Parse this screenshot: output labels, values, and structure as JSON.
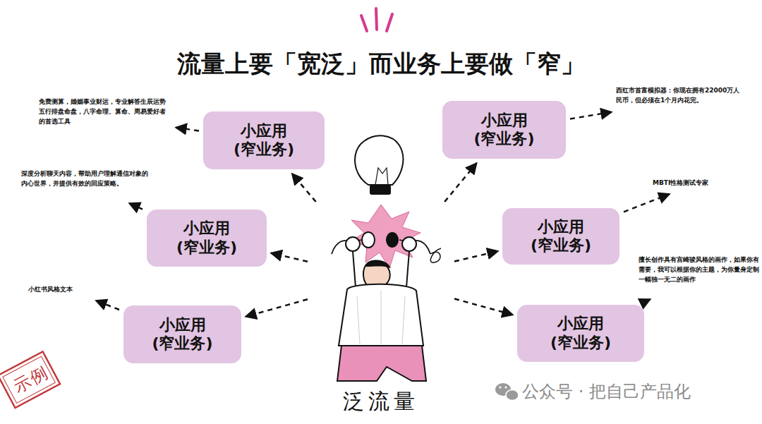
{
  "diagram": {
    "title": "流量上要「宽泛」而业务上要做「窄」",
    "nodes": [
      {
        "text": [
          "泛流量"
        ]
      },
      {
        "text": [
          "小应用",
          "(窄业务)"
        ]
      },
      {
        "text": [
          "免费测算，婚姻事业财运，专业解答生辰运势五行排盘命盘，八字命理、算命、周易爱好者的首选工具"
        ]
      },
      {
        "text": [
          "小应用",
          "(窄业务)"
        ]
      },
      {
        "text": [
          "深度分析聊天内容，帮助用户理解通信对象的内心世界，并提供有效的回应策略。"
        ]
      },
      {
        "text": [
          "小应用",
          "(窄业务)"
        ]
      },
      {
        "text": [
          "小红书风格文本"
        ]
      },
      {
        "text": [
          "小应用",
          "(窄业务)"
        ]
      },
      {
        "text": [
          "西红市首富模拟器：你现在拥有22000万人民币，但必须在1个月内花完。"
        ]
      },
      {
        "text": [
          "小应用",
          "(窄业务)"
        ]
      },
      {
        "text": [
          "MBTI性格测试专家"
        ]
      },
      {
        "text": [
          "小应用",
          "(窄业务)"
        ]
      },
      {
        "text": [
          "擅长创作具有宫崎骏风格的画作，如果你有需要，我可以根据你的主题，为你量身定制一幅独一无二的画作"
        ]
      }
    ],
    "edges": [
      {
        "from": 0,
        "to": 1,
        "arrow": "to"
      },
      {
        "from": 0,
        "to": 3,
        "arrow": "to"
      },
      {
        "from": 0,
        "to": 5,
        "arrow": "to"
      },
      {
        "from": 0,
        "to": 7,
        "arrow": "to"
      },
      {
        "from": 0,
        "to": 9,
        "arrow": "to"
      },
      {
        "from": 0,
        "to": 11,
        "arrow": "to"
      },
      {
        "from": 1,
        "to": 2,
        "arrow": "to"
      },
      {
        "from": 3,
        "to": 4,
        "arrow": "to"
      },
      {
        "from": 5,
        "to": 6,
        "arrow": "to"
      },
      {
        "from": 7,
        "to": 8,
        "arrow": "to"
      },
      {
        "from": 9,
        "to": 10,
        "arrow": "to"
      },
      {
        "from": 11,
        "to": 12,
        "arrow": "to"
      }
    ],
    "labels": [
      "示例",
      "公众号 · 把自己产品化"
    ]
  }
}
